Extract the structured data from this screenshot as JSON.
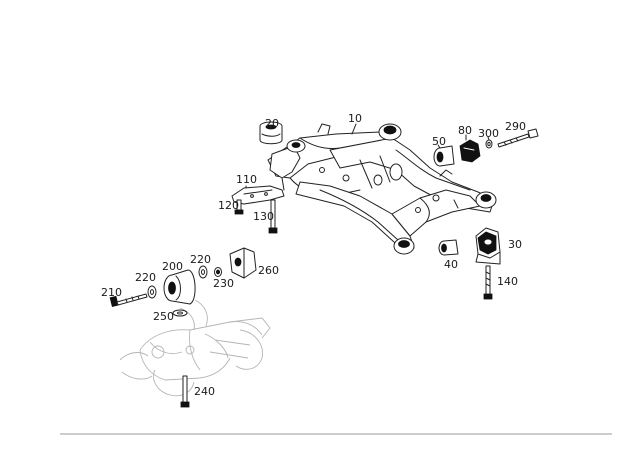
{
  "callouts": {
    "p10": "10",
    "p20": "20",
    "p30": "30",
    "p40": "40",
    "p50": "50",
    "p80": "80",
    "p110": "110",
    "p120": "120",
    "p130": "130",
    "p140": "140",
    "p200": "200",
    "p210": "210",
    "p220a": "220",
    "p220b": "220",
    "p230": "230",
    "p240": "240",
    "p250": "250",
    "p260": "260",
    "p290": "290",
    "p300": "300"
  },
  "colors": {
    "line": "#222222",
    "ghost": "#b5b5b5",
    "rubber": "#111111",
    "separator": "#9a9a9a"
  }
}
